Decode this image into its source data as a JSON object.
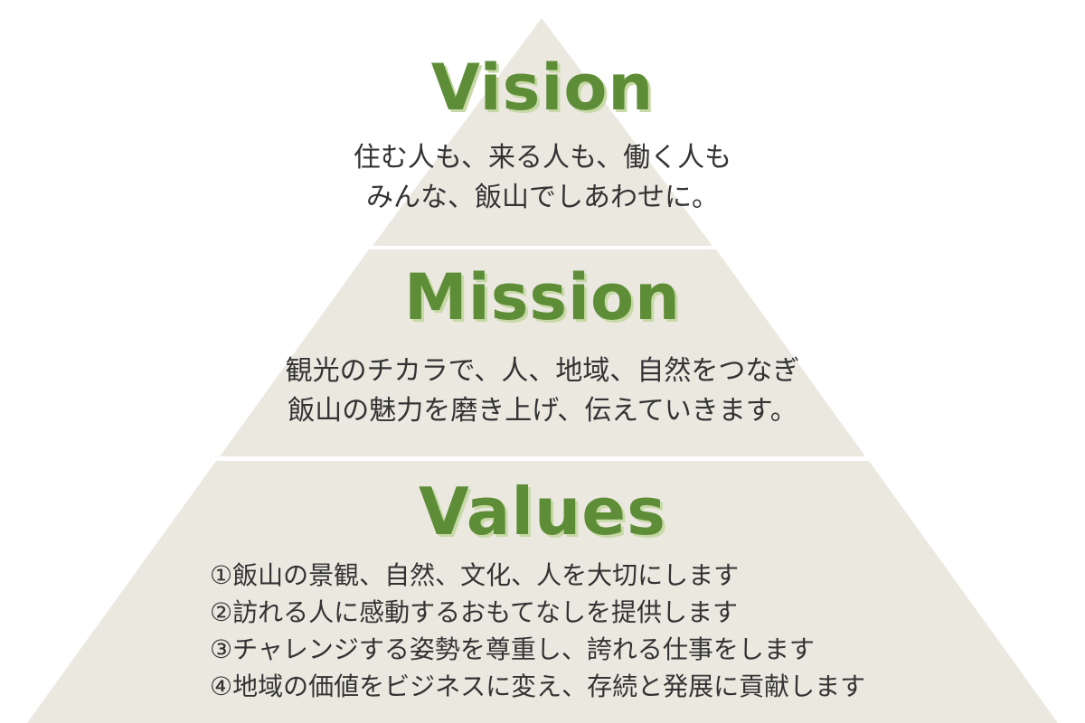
{
  "colors": {
    "tier_fill": "#ebe8e0",
    "separator": "#ffffff",
    "title": "#5e8d37",
    "title_shadow": "#c7d9a6",
    "body_text": "#333333"
  },
  "vision": {
    "title": "Vision",
    "lines": [
      "住む人も、来る人も、働く人も",
      "みんな、飯山でしあわせに。"
    ]
  },
  "mission": {
    "title": "Mission",
    "lines": [
      "観光のチカラで、人、地域、自然をつなぎ",
      "飯山の魅力を磨き上げ、伝えていきます。"
    ]
  },
  "values": {
    "title": "Values",
    "items": [
      "①飯山の景観、自然、文化、人を大切にします",
      "②訪れる人に感動するおもてなしを提供します",
      "③チャレンジする姿勢を尊重し、誇れる仕事をします",
      "④地域の価値をビジネスに変え、存続と発展に貢献します"
    ]
  }
}
